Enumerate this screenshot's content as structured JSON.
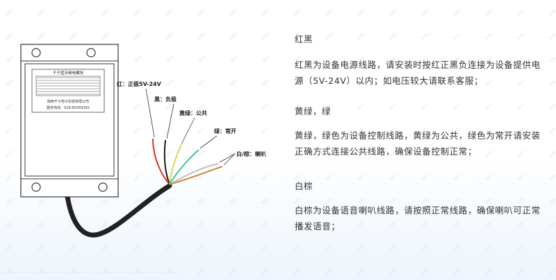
{
  "device": {
    "title": "千子蓝牙继电模块",
    "company": "陕西千子电子科技有限公司",
    "phone": "服务热线：029-82569392"
  },
  "wire_labels": {
    "red": "红：正极5V-24V",
    "black": "黑：负极",
    "yellow_green": "黄绿：公共",
    "green": "绿：常开",
    "white_brown": "白/棕：喇叭"
  },
  "sections": [
    {
      "title": "红黑",
      "body": "红黑为设备电源线路，请安装时按红正黑负连接为设备提供电源（5V-24V）以内；如电压较大请联系客服；"
    },
    {
      "title": "黄绿，绿",
      "body": "黄绿，绿色为设备控制线路，黄绿为公共，绿色为常开请安装正确方式连接公共线路，确保设备控制正常；"
    },
    {
      "title": "白棕",
      "body": "白棕为设备语音喇叭线路，请按照正常线路，确保喇叭可正常播发语音；"
    }
  ],
  "colors": {
    "red_wire": "#e0322e",
    "black_wire": "#1a1a1a",
    "yellow_green_wire": "#9acd32",
    "green_wire": "#3cc4a0",
    "brown_wire": "#c8873a",
    "device_outline": "#333333"
  }
}
